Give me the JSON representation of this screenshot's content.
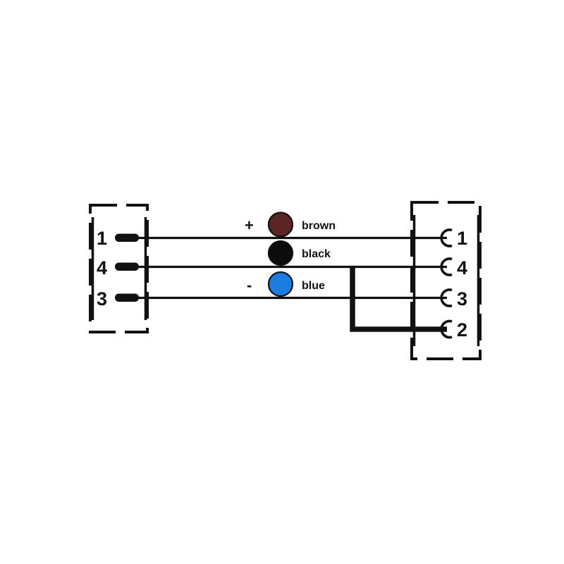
{
  "diagram": {
    "type": "connector-wiring-diagram",
    "background_color": "#ffffff",
    "line_color": "#111111",
    "left_connector": {
      "name": "male-connector",
      "pins": [
        {
          "number": "1",
          "row": 1
        },
        {
          "number": "4",
          "row": 2
        },
        {
          "number": "3",
          "row": 3
        }
      ]
    },
    "right_connector": {
      "name": "female-connector",
      "socket_symbol": "C",
      "pins": [
        {
          "number": "1",
          "row": 1
        },
        {
          "number": "4",
          "row": 2
        },
        {
          "number": "3",
          "row": 3
        },
        {
          "number": "2",
          "row": 4
        }
      ]
    },
    "wires": [
      {
        "color_name": "brown",
        "color_hex": "#5a2523",
        "polarity": "+",
        "from_pin": "1",
        "to_pin": "1"
      },
      {
        "color_name": "black",
        "color_hex": "#0c0c0c",
        "polarity": "",
        "from_pin": "4",
        "to_pin": "4"
      },
      {
        "color_name": "blue",
        "color_hex": "#1a7ee0",
        "polarity": "-",
        "from_pin": "3",
        "to_pin": "3"
      }
    ],
    "bridge": {
      "name": "pin4-to-pin2-bridge",
      "from_pin": "4",
      "to_pin": "2"
    }
  }
}
